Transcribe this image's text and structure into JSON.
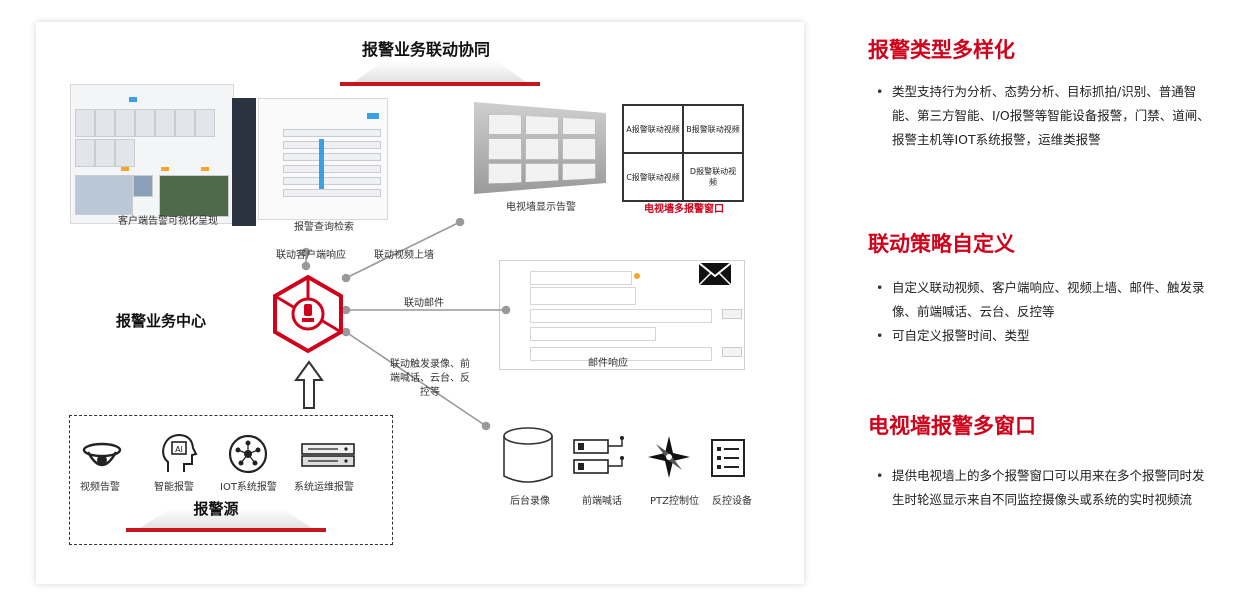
{
  "diagram": {
    "title": "报警业务联动协同",
    "center_label": "报警业务中心",
    "client_caption": "客户端告警可视化呈现",
    "query_caption": "报警查询检索",
    "tvwall_caption": "电视墙显示告警",
    "multiwindow_caption": "电视墙多报警窗口",
    "multiwindow_cells": [
      "A报警联动视频",
      "B报警联动视频",
      "C报警联动视频",
      "D报警联动视频"
    ],
    "email_caption": "邮件响应",
    "edges": {
      "client_response": "联动客户端响应",
      "video_wall": "联动视频上墙",
      "email": "联动邮件",
      "devices": "联动触发录像、前端喊话、云台、反控等"
    },
    "sources_title": "报警源",
    "sources": [
      {
        "label": "视频告警",
        "icon": "camera-icon"
      },
      {
        "label": "智能报警",
        "icon": "ai-head-icon"
      },
      {
        "label": "IOT系统报警",
        "icon": "iot-network-icon"
      },
      {
        "label": "系统运维报警",
        "icon": "server-rack-icon"
      }
    ],
    "targets": [
      {
        "label": "后台录像",
        "icon": "database-icon"
      },
      {
        "label": "前端喊话",
        "icon": "speaker-device-icon"
      },
      {
        "label": "PTZ控制位",
        "icon": "compass-icon"
      },
      {
        "label": "反控设备",
        "icon": "checklist-icon"
      }
    ]
  },
  "sections": [
    {
      "title": "报警类型多样化",
      "items": [
        "类型支持行为分析、态势分析、目标抓拍/识别、普通智能、第三方智能、I/O报警等智能设备报警，门禁、道闸、报警主机等IOT系统报警，运维类报警"
      ]
    },
    {
      "title": "联动策略自定义",
      "items": [
        "自定义联动视频、客户端响应、视频上墙、邮件、触发录像、前端喊话、云台、反控等",
        "可自定义报警时间、类型"
      ]
    },
    {
      "title": "电视墙报警多窗口",
      "items": [
        "提供电视墙上的多个报警窗口可以用来在多个报警同时发生时轮巡显示来自不同监控摄像头或系统的实时视频流"
      ]
    }
  ],
  "colors": {
    "accent": "#d0021b",
    "accent_bar": "#c4161c"
  }
}
